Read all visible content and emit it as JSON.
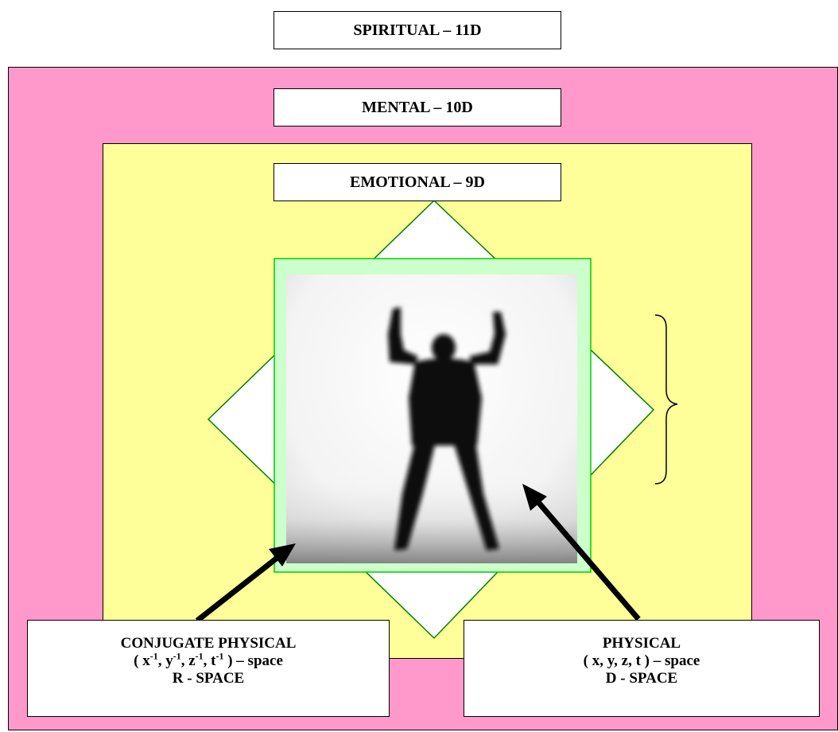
{
  "labels": {
    "spiritual": "SPIRITUAL – 11D",
    "mental": "MENTAL – 10D",
    "emotional": "EMOTIONAL – 9D"
  },
  "left_caption": {
    "line1": "CONJUGATE PHYSICAL",
    "line2_open": "( x",
    "line2_y": ", y",
    "line2_z": ", z",
    "line2_t": ", t",
    "line2_close": " ) – space",
    "superscript": "-1",
    "line3": "R - SPACE"
  },
  "right_caption": {
    "line1": "PHYSICAL",
    "line2": "( x, y, z, t ) – space",
    "line3": "D - SPACE"
  },
  "colors": {
    "spiritual_layer": "#ff99cc",
    "mental_layer": "#ffff99",
    "physical_square": "#ccffcc",
    "square_border": "#00cc00",
    "diamond_border": "#008000",
    "arrow": "#000000"
  },
  "icons": {
    "figure": "silhouette-person-arms-raised-image",
    "brace": "right-curly-brace"
  }
}
